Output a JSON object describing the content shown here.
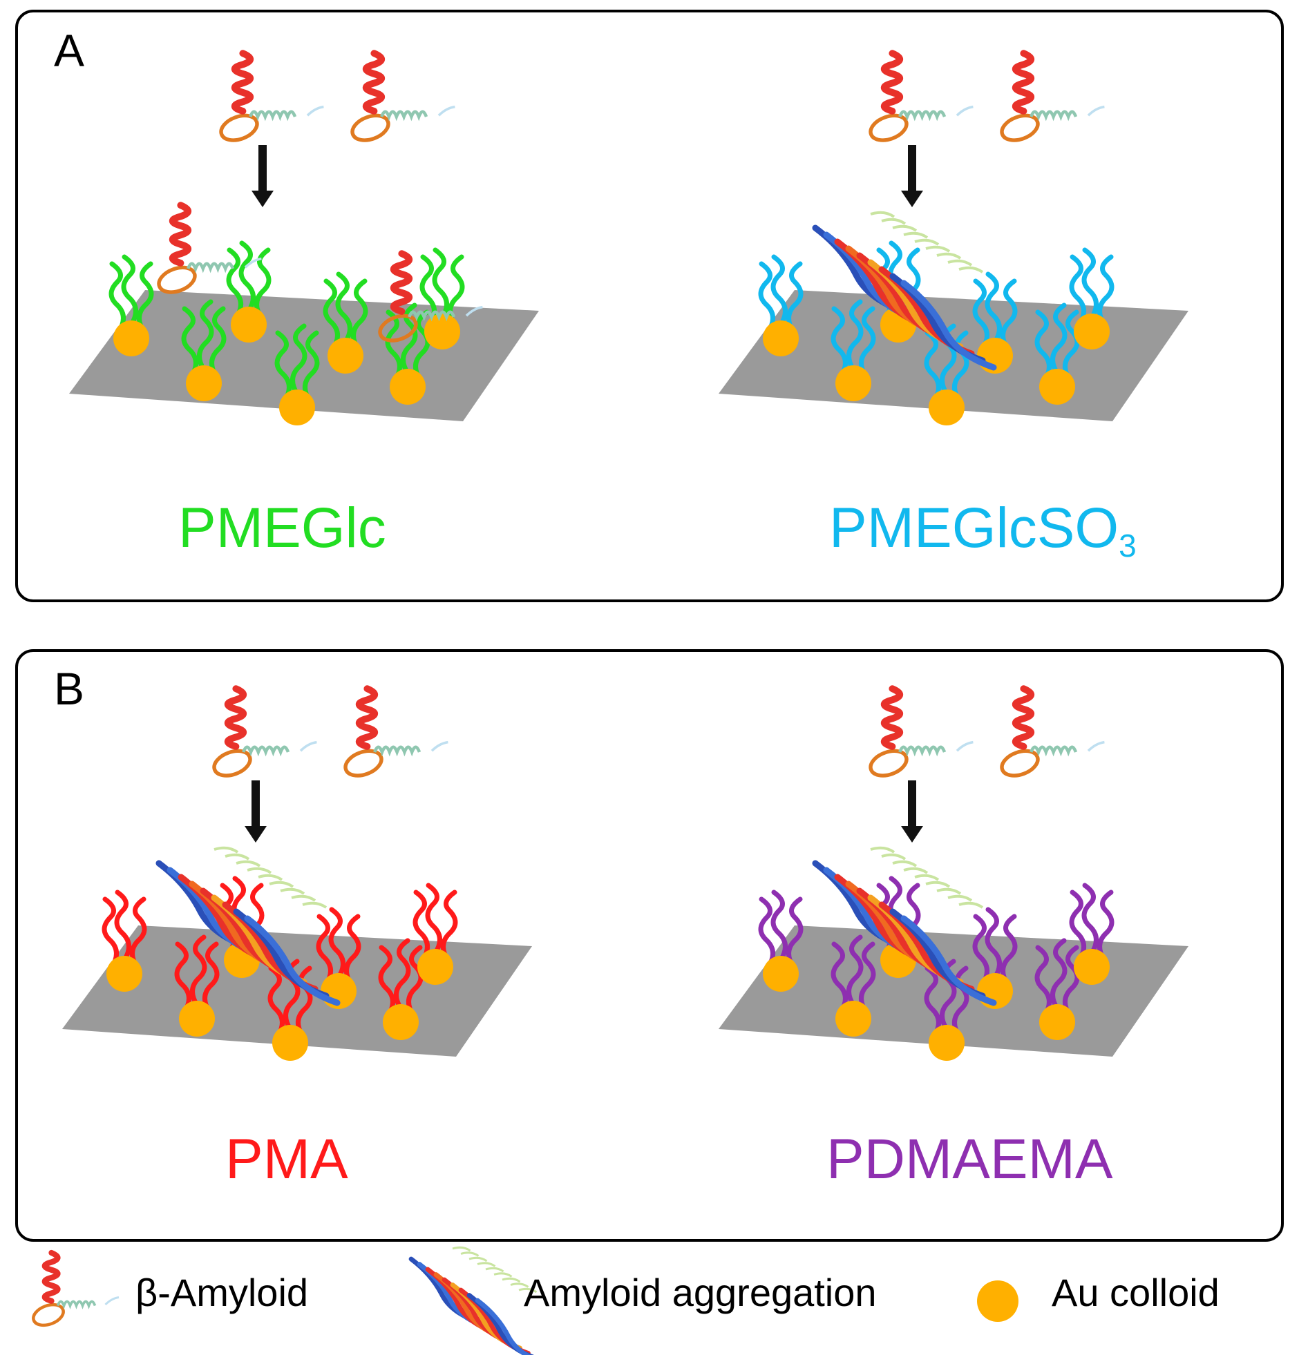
{
  "panels": [
    {
      "letter": "A",
      "items": [
        {
          "label": "PMEGlc",
          "color": "#22dd22",
          "aggregated": false
        },
        {
          "label": "PMEGlcSO",
          "sub": "3",
          "color": "#11b8ee",
          "aggregated": true
        }
      ]
    },
    {
      "letter": "B",
      "items": [
        {
          "label": "PMA",
          "color": "#ff1a1a",
          "aggregated": true
        },
        {
          "label": "PDMAEMA",
          "color": "#8e2fb0",
          "aggregated": true
        }
      ]
    }
  ],
  "legend": {
    "amyloid": "β-Amyloid",
    "aggregation": "Amyloid aggregation",
    "colloid": "Au colloid"
  },
  "colors": {
    "surface": "#9a9a9a",
    "colloid": "#ffb000",
    "helix": "#e8312a",
    "arrow": "#111111"
  }
}
